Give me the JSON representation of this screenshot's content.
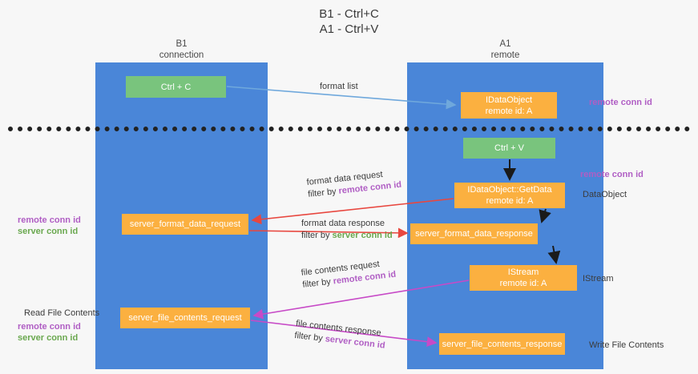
{
  "title": {
    "line1": "B1 - Ctrl+C",
    "line2": "A1 - Ctrl+V"
  },
  "lanes": [
    {
      "id": "b1",
      "name": "B1",
      "sub": "connection",
      "color": "#4a86d8"
    },
    {
      "id": "a1",
      "name": "A1",
      "sub": "remote",
      "color": "#4a86d8"
    }
  ],
  "nodes": {
    "ctrl_c": {
      "label": "Ctrl + C",
      "color": "#79c47d"
    },
    "idataobject": {
      "label": "IDataObject",
      "sub": "remote id: A",
      "color": "#fbb040"
    },
    "ctrl_v": {
      "label": "Ctrl + V",
      "color": "#79c47d"
    },
    "getdata": {
      "label": "IDataObject::GetData",
      "sub": "remote id: A",
      "color": "#fbb040"
    },
    "server_format_data_request": {
      "label": "server_format_data_request",
      "color": "#fbb040"
    },
    "server_format_data_response": {
      "label": "server_format_data_response",
      "color": "#fbb040"
    },
    "istream": {
      "label": "IStream",
      "sub": "remote id: A",
      "color": "#fbb040"
    },
    "server_file_contents_request": {
      "label": "server_file_contents_request",
      "color": "#fbb040"
    },
    "server_file_contents_response": {
      "label": "server_file_contents_response",
      "color": "#fbb040"
    }
  },
  "flows": {
    "format_list": {
      "text": "format list"
    },
    "format_data_request": {
      "text": "format data request",
      "filter_prefix": "filter by ",
      "filter_key": "remote conn id"
    },
    "format_data_response": {
      "text": "format data response",
      "filter_prefix": "filter by ",
      "filter_key": "server conn id"
    },
    "file_contents_request": {
      "text": "file contents request",
      "filter_prefix": "filter by ",
      "filter_key": "remote conn id"
    },
    "file_contents_response": {
      "text": "file contents response",
      "filter_prefix": "filter by ",
      "filter_key": "server conn id"
    }
  },
  "side_labels": {
    "remote_conn_id_top": "remote conn id",
    "remote_conn_id_mid": "remote conn id",
    "dataobject": "DataObject",
    "istream": "IStream",
    "write_file_contents": "Write File Contents",
    "read_file_contents": "Read File Contents",
    "left_remote_conn_id_1": "remote conn id",
    "left_server_conn_id_1": "server conn id",
    "left_remote_conn_id_2": "remote conn id",
    "left_server_conn_id_2": "server conn id"
  },
  "colors": {
    "lane": "#4a86d8",
    "green_node": "#79c47d",
    "orange_node": "#fbb040",
    "purple_text": "#b05ec4",
    "green_text": "#6aa84f",
    "arrow_blue": "#6fa8dc",
    "arrow_red": "#e8473f",
    "arrow_magenta": "#c74ac7",
    "arrow_black": "#1a1a1a"
  }
}
